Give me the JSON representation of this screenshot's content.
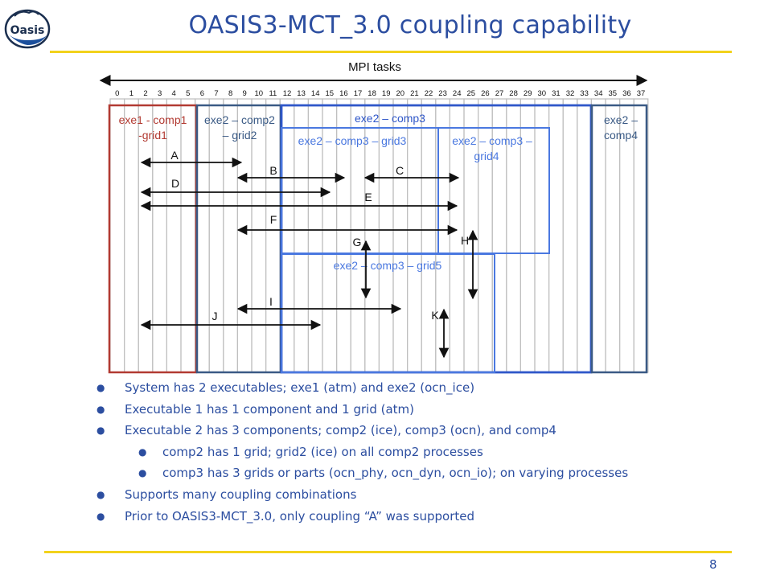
{
  "slide": {
    "title": "OASIS3-MCT_3.0 coupling capability",
    "page_number": "8",
    "logo_text": "Oasis"
  },
  "diagram": {
    "header": "MPI tasks",
    "task_numbers": [
      "0",
      "1",
      "2",
      "3",
      "4",
      "5",
      "6",
      "7",
      "8",
      "9",
      "10",
      "11",
      "12",
      "13",
      "14",
      "15",
      "16",
      "17",
      "18",
      "19",
      "20",
      "21",
      "22",
      "23",
      "24",
      "25",
      "26",
      "27",
      "28",
      "29",
      "30",
      "31",
      "32",
      "33",
      "34",
      "35",
      "36",
      "37"
    ],
    "boxes": [
      {
        "label_line1": "exe1 - comp1",
        "label_line2": "-grid1",
        "color": "#b23a32"
      },
      {
        "label_line1": "exe2 – comp2",
        "label_line2": "– grid2",
        "color": "#3a5a85"
      },
      {
        "label_line1": "exe2 – comp3",
        "color": "#2f57c9"
      },
      {
        "label_line1": "exe2 – comp3 – grid3",
        "color": "#4a78e0"
      },
      {
        "label_line1": "exe2 – comp3 –",
        "label_line2": "grid4",
        "color": "#4a78e0"
      },
      {
        "label_line1": "exe2 – comp3 – grid5",
        "color": "#4a78e0"
      },
      {
        "label_line1": "exe2 –",
        "label_line2": "comp4",
        "color": "#3a5a85"
      }
    ],
    "couplings": {
      "A": "A",
      "B": "B",
      "C": "C",
      "D": "D",
      "E": "E",
      "F": "F",
      "G": "G",
      "H": "H",
      "I": "I",
      "J": "J",
      "K": "K"
    }
  },
  "bullets": [
    {
      "level": 1,
      "text": "System has 2 executables; exe1 (atm) and exe2 (ocn_ice)"
    },
    {
      "level": 1,
      "text": "Executable 1 has 1 component and 1 grid (atm)"
    },
    {
      "level": 1,
      "text": "Executable 2 has 3 components; comp2 (ice), comp3 (ocn), and comp4"
    },
    {
      "level": 2,
      "text": "comp2 has 1 grid; grid2 (ice) on all comp2 processes"
    },
    {
      "level": 2,
      "text": "comp3 has 3 grids or parts (ocn_phy, ocn_dyn, ocn_io); on varying processes"
    },
    {
      "level": 1,
      "text": "Supports many coupling combinations"
    },
    {
      "level": 1,
      "text": "Prior to OASIS3-MCT_3.0, only coupling “A” was supported"
    }
  ],
  "colors": {
    "title": "#2c4ea0",
    "rule": "#f2d21c",
    "exe1": "#b23a32",
    "comp2_comp4": "#3a5a85",
    "comp3": "#2f57c9",
    "grids": "#4a78e0"
  }
}
